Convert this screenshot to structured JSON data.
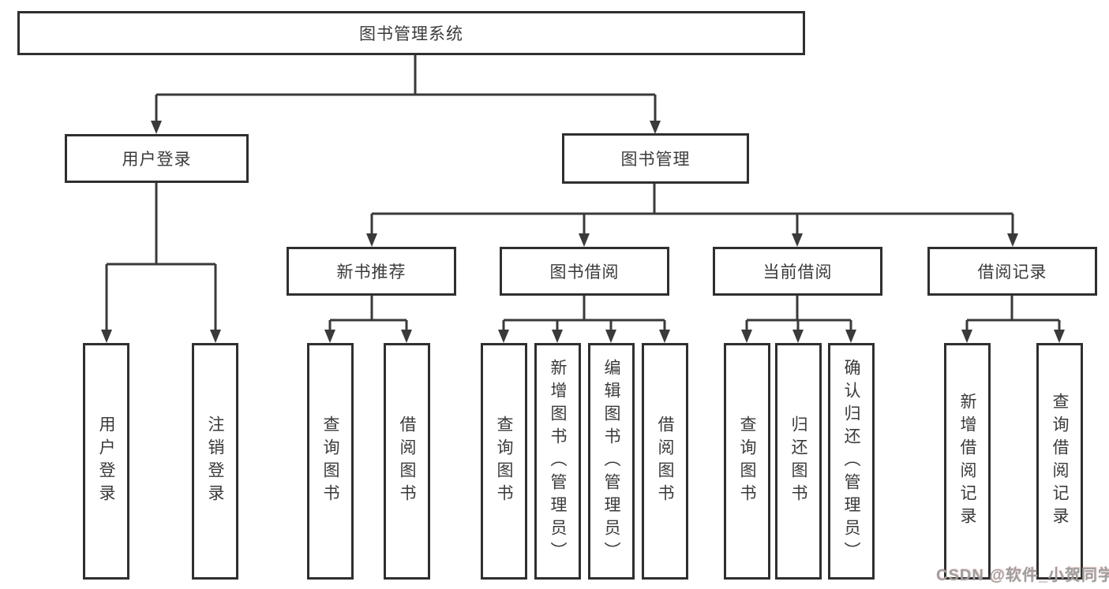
{
  "colors": {
    "background": "#ffffff",
    "line": "#3a3a3a",
    "box_border": "#2f2f2f",
    "text": "#3a3a3a",
    "watermark": "#9e9e9e"
  },
  "watermark": {
    "text": "CSDN @软件_小贺同学"
  },
  "tree": {
    "root": {
      "label": "图书管理系统"
    },
    "branches": [
      {
        "label": "用户登录",
        "children": [
          {
            "label": "用户登录"
          },
          {
            "label": "注销登录"
          }
        ]
      },
      {
        "label": "图书管理",
        "children": [
          {
            "label": "新书推荐",
            "children": [
              {
                "label": "查询图书"
              },
              {
                "label": "借阅图书"
              }
            ]
          },
          {
            "label": "图书借阅",
            "children": [
              {
                "label": "查询图书"
              },
              {
                "label": "新增图书（管理员）"
              },
              {
                "label": "编辑图书（管理员）"
              },
              {
                "label": "借阅图书"
              }
            ]
          },
          {
            "label": "当前借阅",
            "children": [
              {
                "label": "查询图书"
              },
              {
                "label": "归还图书"
              },
              {
                "label": "确认归还（管理员）"
              }
            ]
          },
          {
            "label": "借阅记录",
            "children": [
              {
                "label": "新增借阅记录"
              },
              {
                "label": "查询借阅记录"
              }
            ]
          }
        ]
      }
    ]
  }
}
